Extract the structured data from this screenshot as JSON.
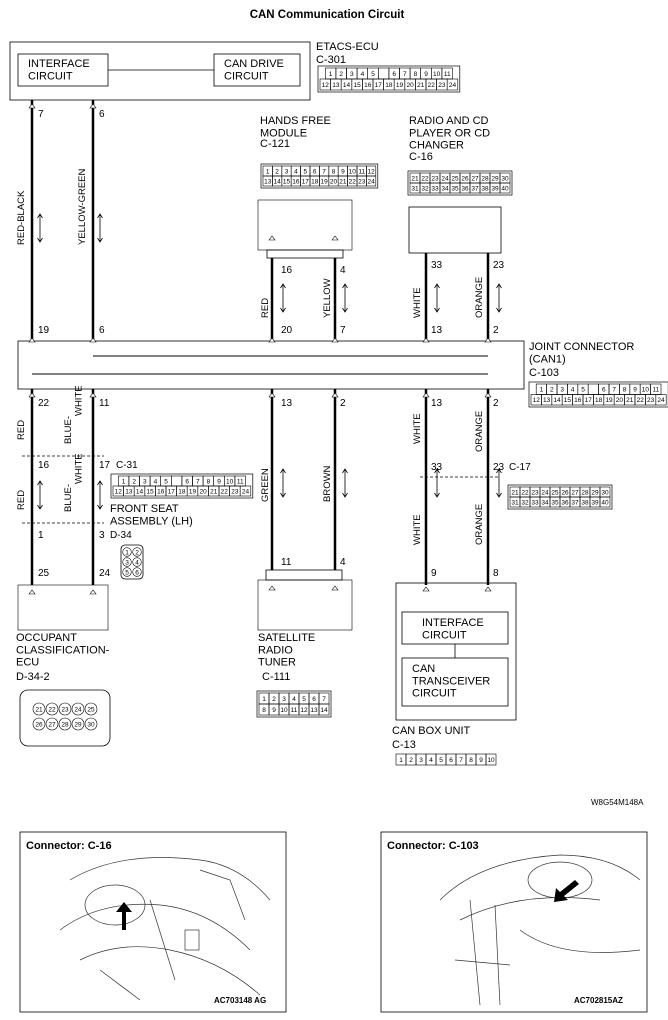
{
  "title": "CAN Communication Circuit",
  "etacs": {
    "name": "ETACS-ECU",
    "code": "C-301",
    "box1": "INTERFACE\nCIRCUIT",
    "box2": "CAN DRIVE\nCIRCUIT",
    "pins": [
      "7",
      "6"
    ],
    "conn_top": [
      "1",
      "2",
      "3",
      "4",
      "5",
      "",
      "6",
      "7",
      "8",
      "9",
      "10",
      "11"
    ],
    "conn_bot": [
      "12",
      "13",
      "14",
      "15",
      "16",
      "17",
      "18",
      "19",
      "20",
      "21",
      "22",
      "23",
      "24"
    ]
  },
  "hands_free": {
    "name": "HANDS FREE\nMODULE",
    "code": "C-121",
    "pins": [
      "16",
      "4"
    ],
    "conn_top": [
      "1",
      "2",
      "3",
      "4",
      "5",
      "6",
      "7",
      "8",
      "9",
      "10",
      "11",
      "12"
    ],
    "conn_bot": [
      "13",
      "14",
      "15",
      "16",
      "17",
      "18",
      "19",
      "20",
      "21",
      "22",
      "23",
      "24"
    ]
  },
  "radio": {
    "name": "RADIO AND CD\nPLAYER OR CD\nCHANGER",
    "code": "C-16",
    "pins": [
      "33",
      "23"
    ],
    "conn_top": [
      "21",
      "22",
      "23",
      "24",
      "25",
      "26",
      "27",
      "28",
      "29",
      "30"
    ],
    "conn_bot": [
      "31",
      "32",
      "33",
      "34",
      "35",
      "36",
      "37",
      "38",
      "39",
      "40"
    ]
  },
  "wires": {
    "red_black": "RED-BLACK",
    "yellow_green": "YELLOW-GREEN",
    "red": "RED",
    "yellow": "YELLOW",
    "white": "WHITE",
    "orange": "ORANGE",
    "blue_white": "BLUE-\nWHITE",
    "green": "GREEN",
    "brown": "BROWN"
  },
  "joint": {
    "name": "JOINT CONNECTOR\n(CAN1)",
    "code": "C-103",
    "pins_top": [
      "19",
      "6",
      "20",
      "7",
      "13",
      "2"
    ],
    "pins_bot": [
      "22",
      "11",
      "13",
      "2",
      "13",
      "2"
    ],
    "conn_top": [
      "1",
      "2",
      "3",
      "4",
      "5",
      "",
      "6",
      "7",
      "8",
      "9",
      "10",
      "11"
    ],
    "conn_bot": [
      "12",
      "13",
      "14",
      "15",
      "16",
      "17",
      "18",
      "19",
      "20",
      "21",
      "22",
      "23",
      "24"
    ]
  },
  "c31": {
    "code": "C-31",
    "pins": [
      "16",
      "17"
    ],
    "conn_top": [
      "1",
      "2",
      "3",
      "4",
      "5",
      "",
      "6",
      "7",
      "8",
      "9",
      "10",
      "11"
    ],
    "conn_bot": [
      "12",
      "13",
      "14",
      "15",
      "16",
      "17",
      "18",
      "19",
      "20",
      "21",
      "22",
      "23",
      "24"
    ]
  },
  "c17": {
    "code": "C-17",
    "pins": [
      "33",
      "23"
    ],
    "conn_top": [
      "21",
      "22",
      "23",
      "24",
      "25",
      "26",
      "27",
      "28",
      "29",
      "30"
    ],
    "conn_bot": [
      "31",
      "32",
      "33",
      "34",
      "35",
      "36",
      "37",
      "38",
      "39",
      "40"
    ]
  },
  "front_seat": {
    "name": "FRONT SEAT\nASSEMBLY (LH)",
    "pins": [
      "1",
      "3"
    ],
    "code": "D-34",
    "d34_cells": [
      "1",
      "2",
      "3",
      "4",
      "5",
      "6"
    ]
  },
  "occupant": {
    "name": "OCCUPANT\nCLASSIFICATION-\nECU",
    "code": "D-34-2",
    "pins": [
      "25",
      "24"
    ],
    "conn_top": [
      "21",
      "22",
      "23",
      "24",
      "25"
    ],
    "conn_bot": [
      "26",
      "27",
      "28",
      "29",
      "30"
    ]
  },
  "satellite": {
    "name": "SATELLITE\nRADIO\nTUNER",
    "code": "C-111",
    "pins": [
      "11",
      "4"
    ],
    "conn_top": [
      "1",
      "2",
      "3",
      "4",
      "5",
      "6",
      "7"
    ],
    "conn_bot": [
      "8",
      "9",
      "10",
      "11",
      "12",
      "13",
      "14"
    ]
  },
  "can_box": {
    "name": "CAN BOX UNIT",
    "code": "C-13",
    "pins": [
      "9",
      "8"
    ],
    "box1": "INTERFACE\nCIRCUIT",
    "box2": "CAN\nTRANSCEIVER\nCIRCUIT",
    "conn": [
      "1",
      "2",
      "3",
      "4",
      "5",
      "6",
      "7",
      "8",
      "9",
      "10"
    ]
  },
  "diagram_code": "W8G54M148A",
  "photo_left": {
    "title": "Connector: C-16",
    "code": "AC703148 AG"
  },
  "photo_right": {
    "title": "Connector: C-103",
    "code": "AC702815AZ"
  }
}
